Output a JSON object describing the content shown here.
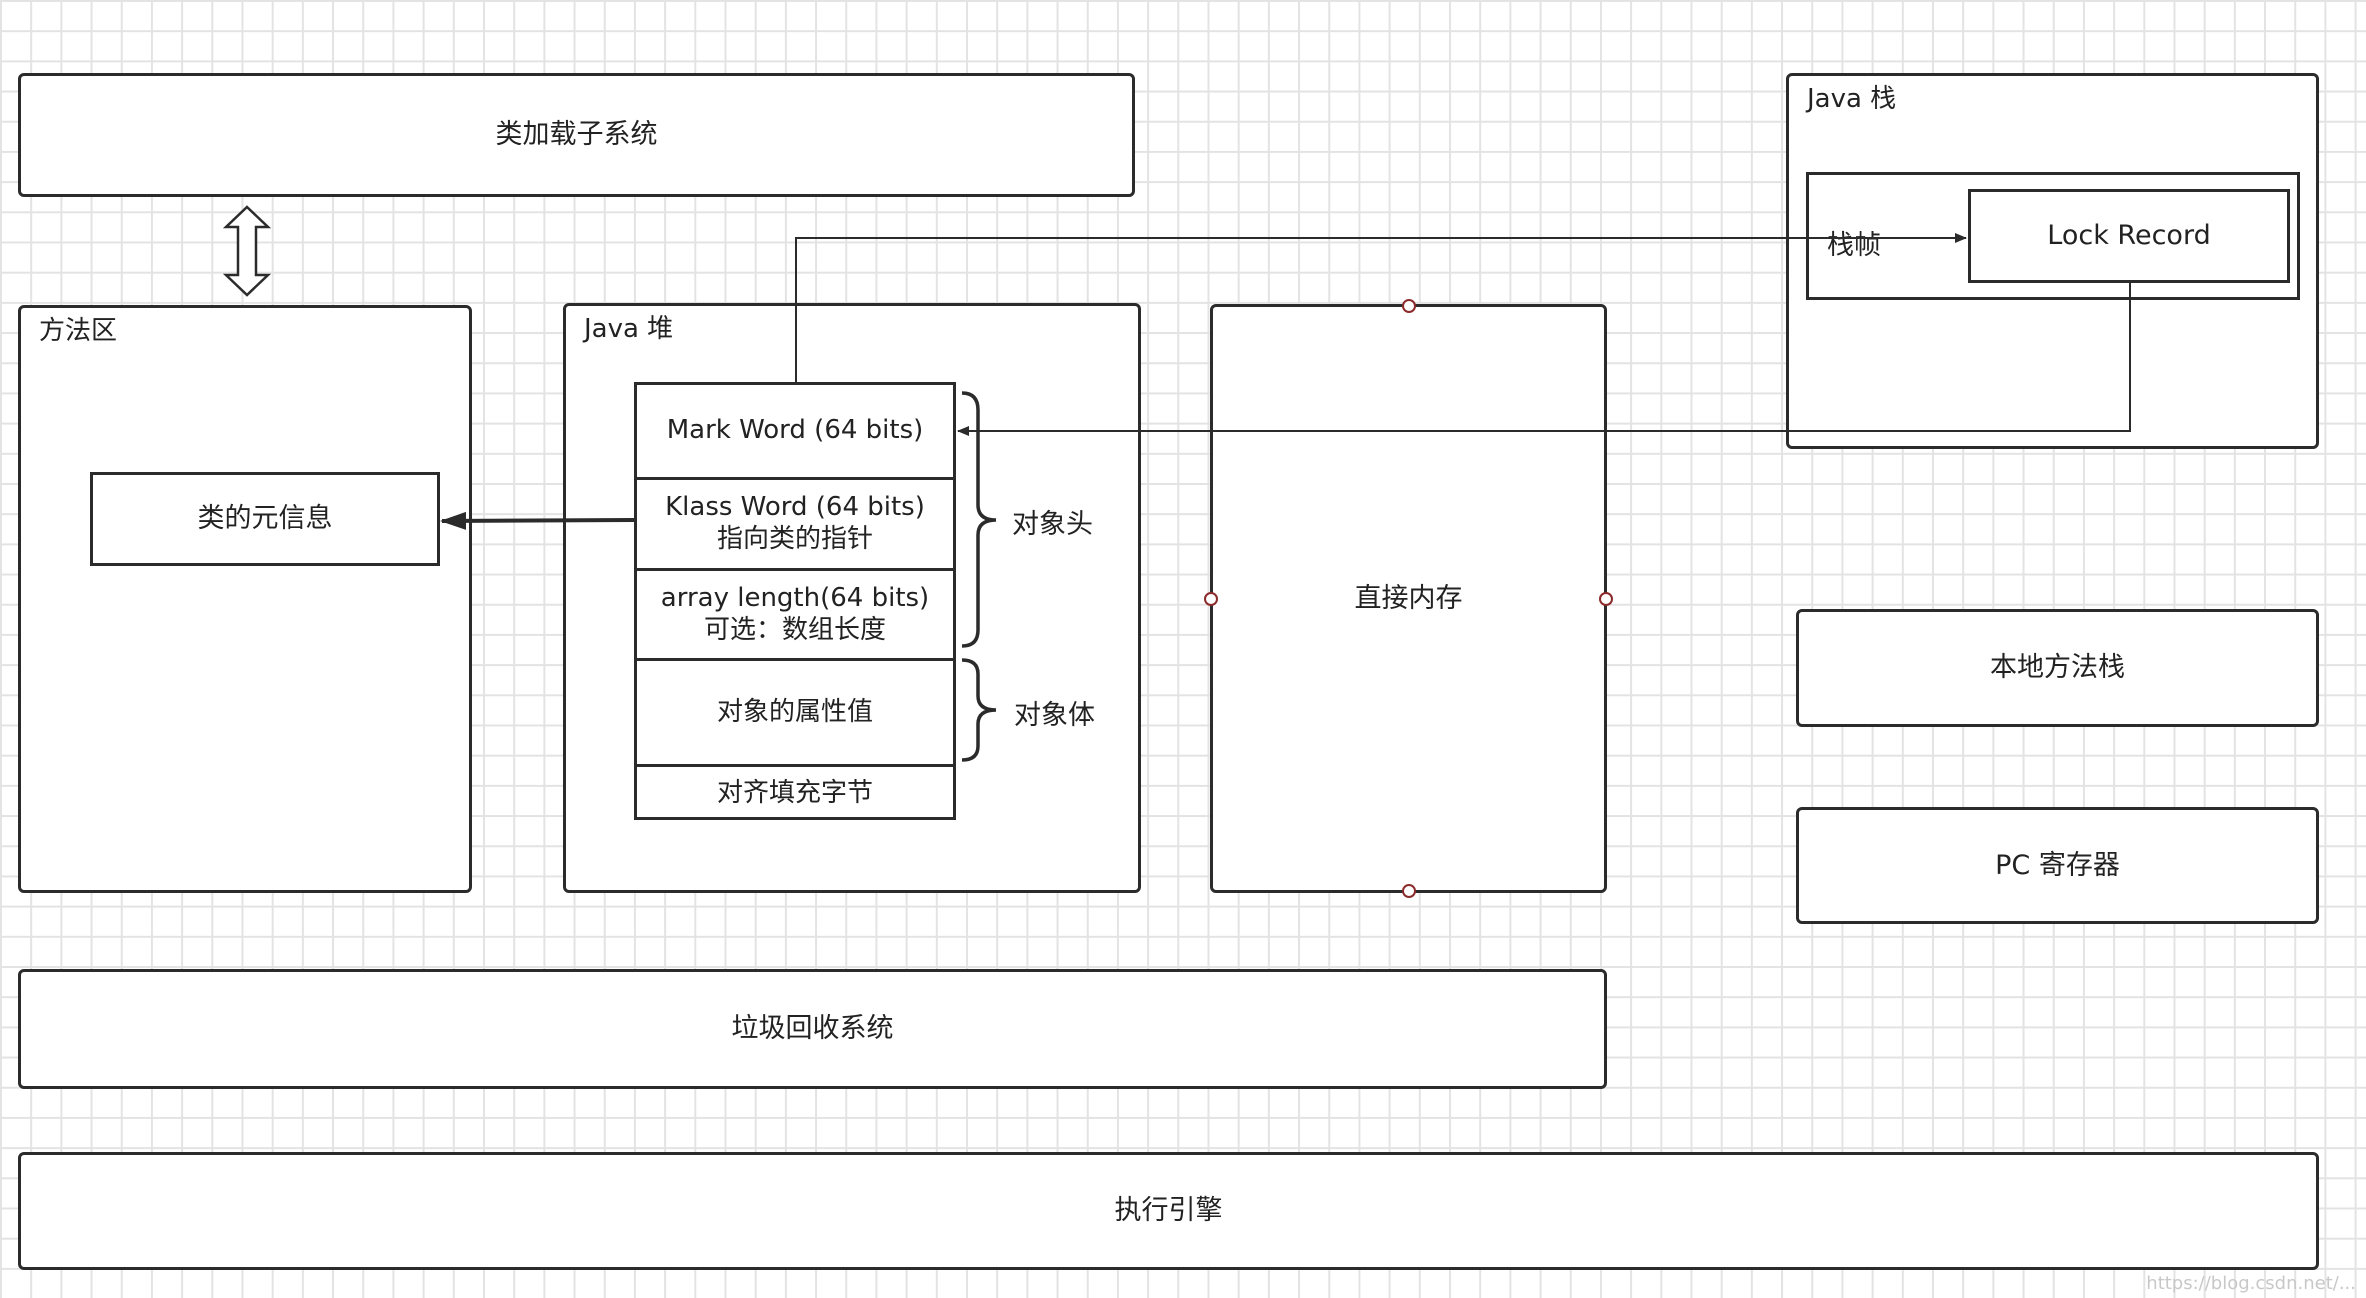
{
  "class_loader": {
    "label": "类加载子系统"
  },
  "method_area": {
    "title": "方法区",
    "class_meta": "类的元信息"
  },
  "java_heap": {
    "title": "Java 堆",
    "mark_word": "Mark Word (64 bits)",
    "klass_word_line1": "Klass Word (64 bits)",
    "klass_word_line2": "指向类的指针",
    "array_length_line1": "array length(64 bits)",
    "array_length_line2": "可选：数组长度",
    "fields": "对象的属性值",
    "padding": "对齐填充字节",
    "object_header_label": "对象头",
    "object_body_label": "对象体"
  },
  "direct_memory": {
    "label": "直接内存"
  },
  "java_stack": {
    "title": "Java 栈",
    "frame_label": "栈帧",
    "lock_record": "Lock Record"
  },
  "native_stack": {
    "label": "本地方法栈"
  },
  "pc_register": {
    "label": "PC 寄存器"
  },
  "gc": {
    "label": "垃圾回收系统"
  },
  "engine": {
    "label": "执行引擎"
  },
  "watermark": "https://blog.csdn.net/..."
}
